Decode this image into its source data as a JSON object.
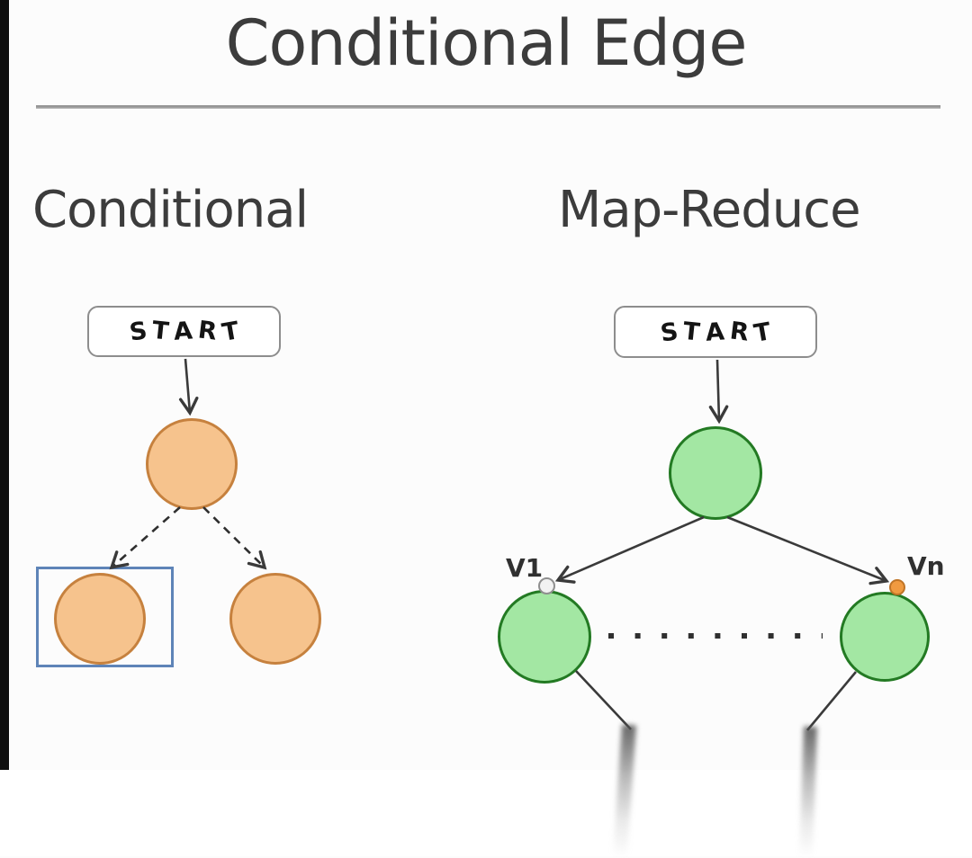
{
  "title": "Conditional Edge",
  "left_section": {
    "heading": "Conditional",
    "start_label": "START"
  },
  "right_section": {
    "heading": "Map-Reduce",
    "start_label": "START",
    "v1_label": "V1",
    "vn_label": "Vn"
  },
  "colors": {
    "orange_node_fill": "#F6C38D",
    "orange_node_border": "#C6813E",
    "green_node_fill": "#A3E7A3",
    "green_node_border": "#237A23",
    "selection_box_blue": "#5E84B8",
    "vn_handle_orange": "#F09A40",
    "v1_handle_gray": "#F2F2F2",
    "edge_dark": "#3A3A3A",
    "divider_gray": "#9A9A9A",
    "heading_text": "#3C3C3C"
  }
}
